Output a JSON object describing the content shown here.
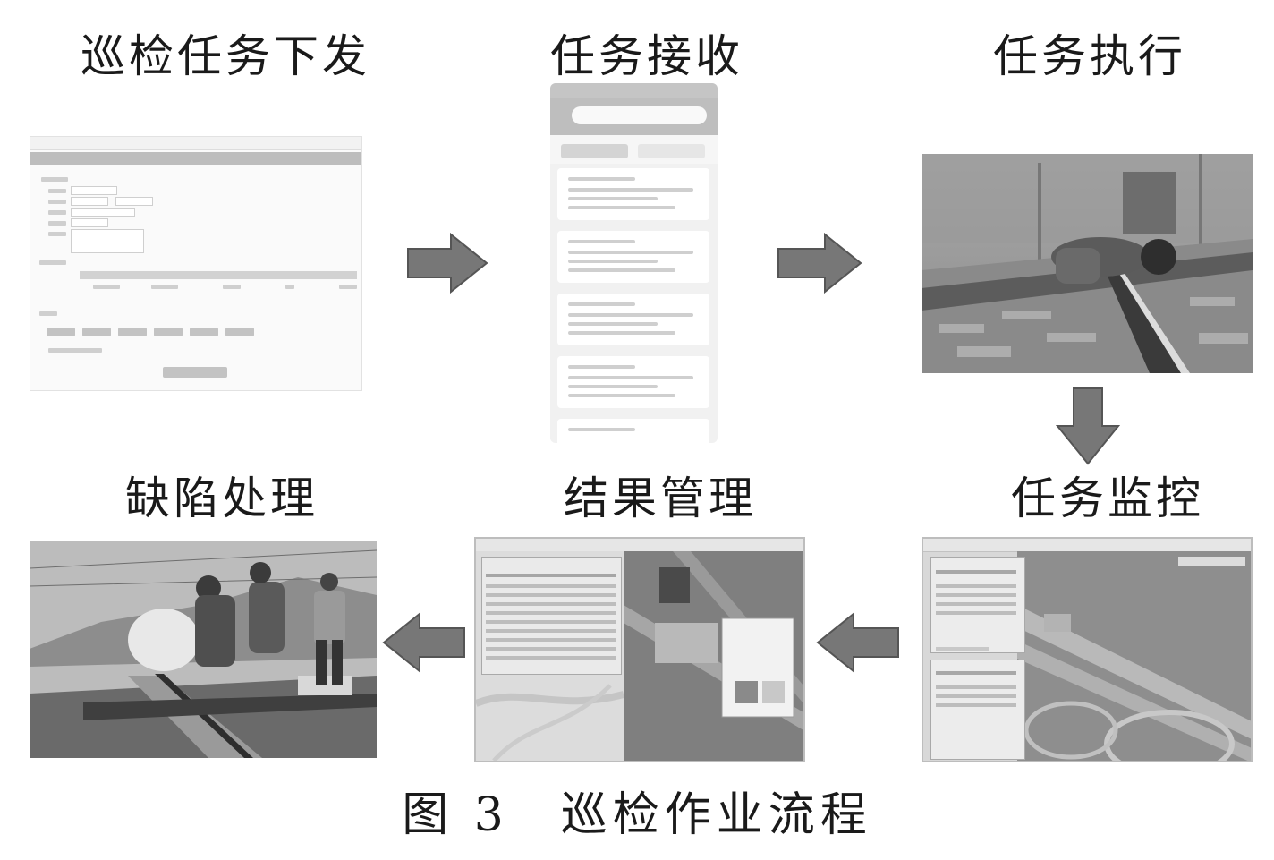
{
  "steps": [
    {
      "id": "dispatch",
      "label": "巡检任务下发"
    },
    {
      "id": "receive",
      "label": "任务接收"
    },
    {
      "id": "execute",
      "label": "任务执行"
    },
    {
      "id": "monitor",
      "label": "任务监控"
    },
    {
      "id": "result",
      "label": "结果管理"
    },
    {
      "id": "defect",
      "label": "缺陷处理"
    }
  ],
  "caption": "图 3　巡检作业流程",
  "colors": {
    "arrow_fill": "#777777",
    "arrow_edge": "#555555",
    "text": "#1a1a1a"
  },
  "icons": [
    "arrow-right-icon",
    "arrow-down-icon",
    "arrow-left-icon"
  ]
}
